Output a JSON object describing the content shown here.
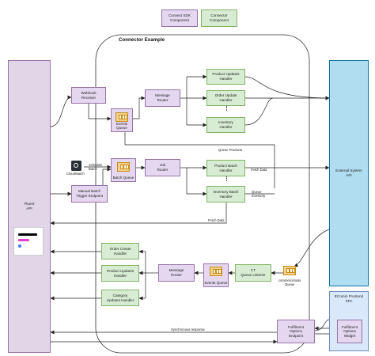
{
  "legend": {
    "sdk_component": "Connect SDK\nComponent",
    "connector_component": "Connector\nComponent"
  },
  "connector_title": "Connector Example",
  "fluent_api": "Fluent\nAPI",
  "external_api": "External System\nAPI",
  "ecomm_spa": "EComm Frontend\nSPA",
  "nodes": {
    "webhook_receiver": "Webhook\nReceiver",
    "events_queue_top": "Events Queue",
    "message_router_top": "Message\nRouter",
    "product_updates_handler_top": "Product Updates\nHandler",
    "order_update_handler": "Order Update\nHandler",
    "inventory_handler": "Inventory\nHandler",
    "batch_queue": "Batch Queue",
    "job_router": "Job\nRouter",
    "product_batch_handler": "Product Batch\nHandler",
    "inventory_batch_handler": "Inventory Batch\nHandler",
    "manual_batch_trigger": "Manual Batch\nTrigger Endpoint",
    "order_create_handler": "Order Create\nHandler",
    "product_updates_handler_bottom": "Product Updates\nHandler",
    "category_updates_handler": "Category\nUpdates Handler",
    "message_router_bottom": "Message\nRouter",
    "events_queue_bottom": "Events Queue",
    "ct_queue_listener": "CT\nQueue Listener",
    "commercetools_queue": "commercetools\nQueue",
    "fulfilment_options_endpoint": "Fulfilment\nOptions\nEndpoint",
    "fulfilment_options_widget": "Fulfilment\nOptions\nWidget"
  },
  "edge_labels": {
    "cloudwatch": "CloudWatch",
    "schedule_batch": "Schedule\nBatch",
    "queue_products": "Queue Products",
    "fetch_data_product": "Fetch Data",
    "queue_inventory": "Queue\nInventory",
    "fetch_data_bottom": "Fetch Data",
    "synchronous_response": "Synchronous response"
  },
  "colors": {
    "sdk_fill": "#e4d7ef",
    "connector_fill": "#d7ecd3",
    "fluent_fill": "#e1d5e7",
    "external_fill": "#b1ddf0",
    "ecomm_fill": "#dae8fc",
    "queue_fill": "#f3d18b",
    "widget_black": "#000000",
    "widget_magenta": "#e03dd1",
    "widget_blue": "#3a7bf5"
  },
  "icons": [
    "queue-icon",
    "cloudwatch-icon",
    "fluent-widget-logo"
  ]
}
